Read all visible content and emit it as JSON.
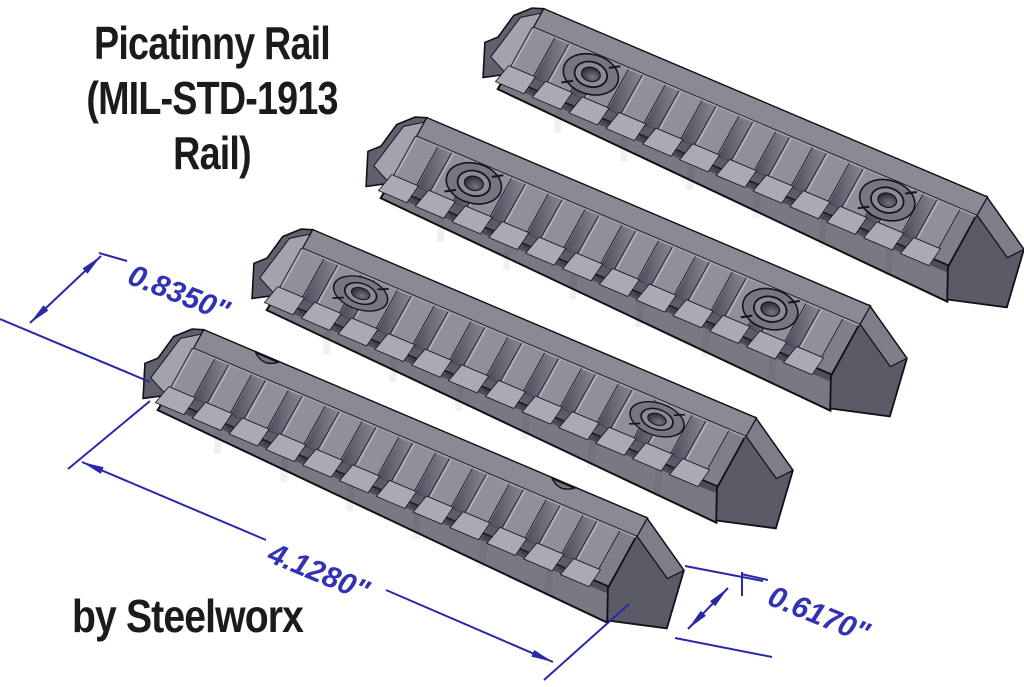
{
  "title": {
    "line1": "Picatinny Rail",
    "line2": "(MIL-STD-1913 Rail)"
  },
  "credit": "by Steelworx",
  "dimensions": {
    "width": {
      "label": "0.8350\"",
      "value": 0.835,
      "unit": "in"
    },
    "length": {
      "label": "4.1280\"",
      "value": 4.128,
      "unit": "in"
    },
    "height": {
      "label": "0.6170\"",
      "value": 0.617,
      "unit": "in"
    }
  },
  "rails": {
    "count": 4
  },
  "colors": {
    "dimension_blue": "#2828aa",
    "dimension_text_blue": "#3232b4",
    "rail_gray": "#8a8a95",
    "rail_dark_gray": "#5b5b67",
    "title_text": "#1b1b1b",
    "background": "#ffffff"
  }
}
